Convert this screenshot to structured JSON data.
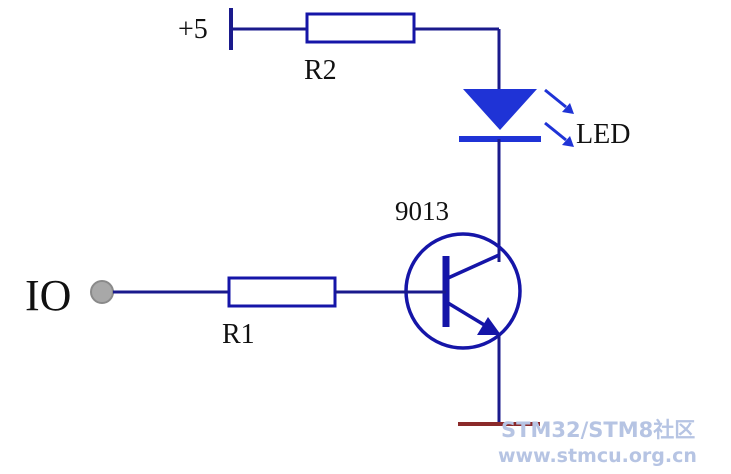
{
  "labels": {
    "supply": "+5",
    "r2": "R2",
    "led": "LED",
    "transistor": "9013",
    "io": "IO",
    "r1": "R1"
  },
  "watermark": {
    "line1": "STM32/STM8社区",
    "line2": "www.stmcu.org.cn"
  },
  "colors": {
    "wire": "#1a1a8c",
    "component_outline": "#1515a8",
    "led": "#1f33d6",
    "ground": "#8b2a2a",
    "terminal": "#a8a8a8",
    "text": "#111111",
    "watermark": "#b6c4e3"
  }
}
